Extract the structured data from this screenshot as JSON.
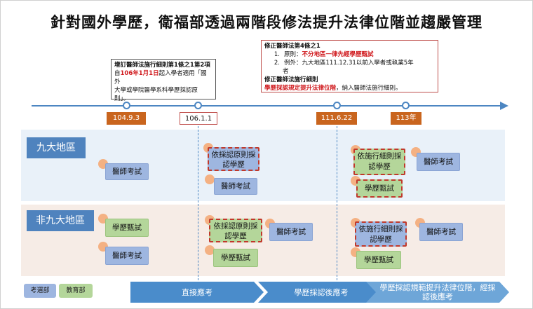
{
  "title": "針對國外學歷，衛福部透過兩階段修法提升法律位階並趨嚴管理",
  "note_left": {
    "heading": "增訂醫師法施行細則第1條之1第2項",
    "line2_pre": "自",
    "line2_red": "106年1月1日",
    "line2_post": "起入學者適用「國外",
    "line3": "大學或學院醫學系科學歷採認原",
    "line4": "則」。"
  },
  "note_right": {
    "heading1": "修正醫師法第4條之1",
    "item1_num": "1.",
    "item1_pre": "原則：",
    "item1_red": "不分地區一律先經學歷甄試",
    "item2_num": "2.",
    "item2_text": "例外：九大地區111.12.31以前入學者或執業5年",
    "item2_cont": "者",
    "heading2": "修正醫師法施行細則",
    "last_red": "學歷採認規定提升法律位階",
    "last_post": "，納入醫師法施行細則。"
  },
  "timeline": {
    "dates": [
      "104.9.3",
      "106.1.1",
      "111.6.22",
      "113年"
    ]
  },
  "rows": {
    "row1_label": "九大地區",
    "row2_label": "非九大地區"
  },
  "boxes": {
    "exam": "醫師考試",
    "screening": "學歷甄試",
    "principle": "依採認原則採認學歷",
    "rule": "依施行細則採認學歷"
  },
  "legend": {
    "moex": "考選部",
    "moe": "教育部"
  },
  "phases": [
    "直接應考",
    "學歷採認後應考",
    "學歷採認規範提升法律位階，經採認後應考"
  ],
  "colors": {
    "accent_blue": "#4f83be",
    "orange": "#c9651e",
    "dashed_red": "#c0392b"
  }
}
